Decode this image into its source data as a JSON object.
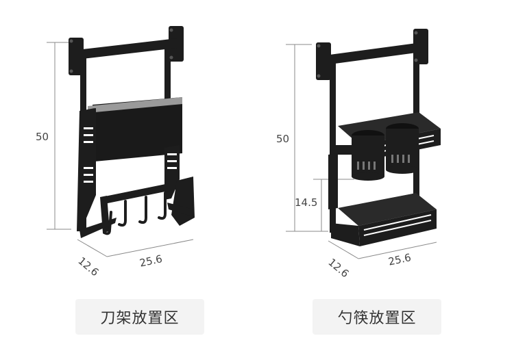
{
  "left_panel": {
    "label": "刀架放置区",
    "height_dim": "50",
    "depth_dim": "12.6",
    "width_dim": "25.6"
  },
  "right_panel": {
    "label": "勺筷放置区",
    "height_dim": "50",
    "shelf_gap_dim": "14.5",
    "depth_dim": "12.6",
    "width_dim": "25.6"
  },
  "colors": {
    "rack": "#1d1d1d",
    "dimension_line": "#888888",
    "label_bg": "#f3f3f3"
  }
}
